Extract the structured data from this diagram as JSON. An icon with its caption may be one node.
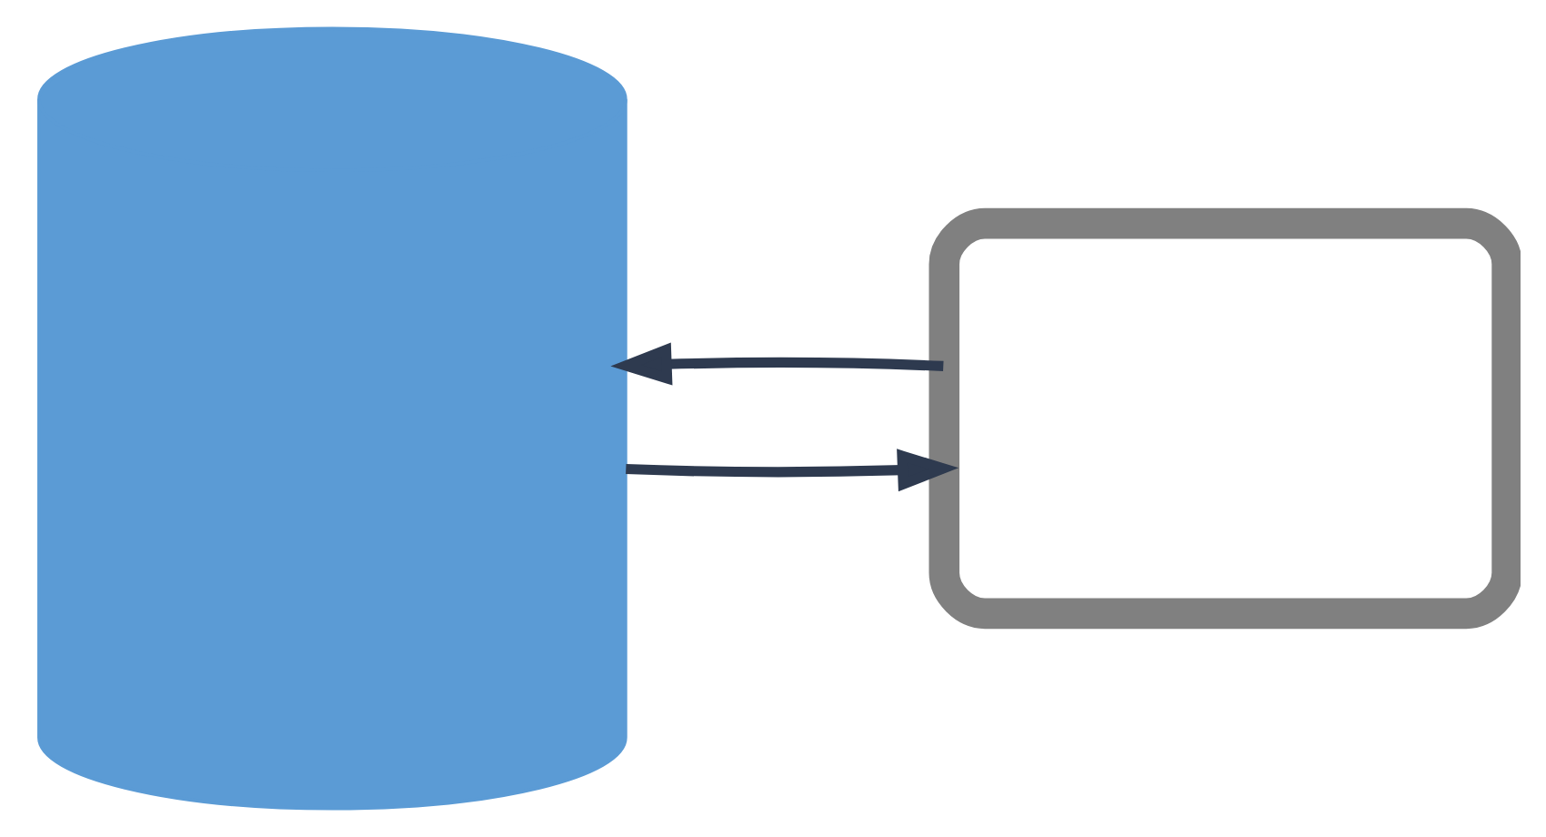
{
  "diagram": {
    "nodes": [
      {
        "text": [],
        "shape": "cylinder"
      },
      {
        "text": [],
        "shape": "tablet"
      }
    ],
    "edges": [
      {
        "from": 0,
        "to": 1,
        "arrow": "to"
      },
      {
        "from": 1,
        "to": 0,
        "arrow": "to"
      }
    ]
  }
}
